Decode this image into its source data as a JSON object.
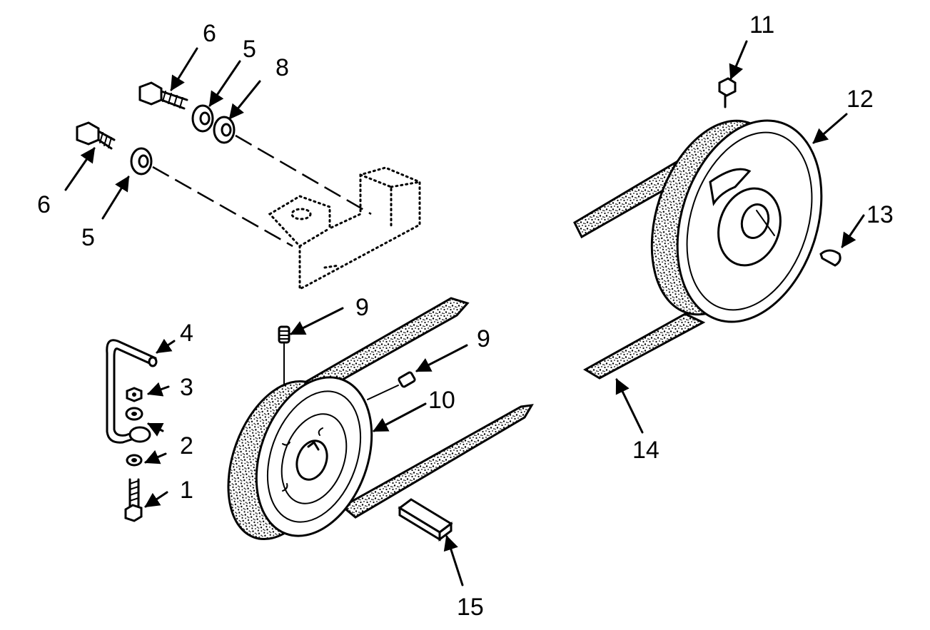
{
  "callouts": [
    {
      "id": "c1",
      "text": "1"
    },
    {
      "id": "c2",
      "text": "2"
    },
    {
      "id": "c3",
      "text": "3"
    },
    {
      "id": "c4",
      "text": "4"
    },
    {
      "id": "c5a",
      "text": "5"
    },
    {
      "id": "c5b",
      "text": "5"
    },
    {
      "id": "c6a",
      "text": "6"
    },
    {
      "id": "c6b",
      "text": "6"
    },
    {
      "id": "c8",
      "text": "8"
    },
    {
      "id": "c9a",
      "text": "9"
    },
    {
      "id": "c9b",
      "text": "9"
    },
    {
      "id": "c10",
      "text": "10"
    },
    {
      "id": "c11",
      "text": "11"
    },
    {
      "id": "c12",
      "text": "12"
    },
    {
      "id": "c13",
      "text": "13"
    },
    {
      "id": "c14",
      "text": "14"
    },
    {
      "id": "c15",
      "text": "15"
    }
  ]
}
